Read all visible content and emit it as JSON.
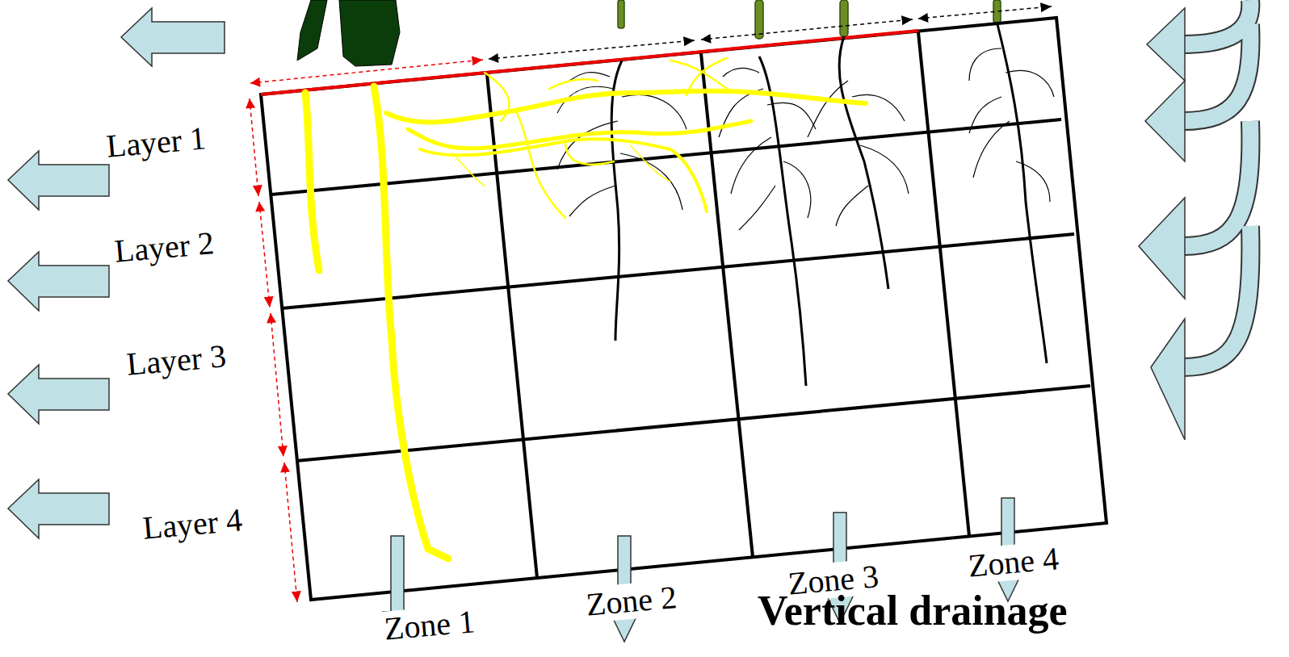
{
  "diagram": {
    "labels": [
      "Layer 1",
      "Layer 2",
      "Layer 3",
      "Layer 4",
      "Zone 1",
      "Zone 2",
      "Zone 3",
      "Zone 4",
      "Vertical drainage"
    ]
  }
}
